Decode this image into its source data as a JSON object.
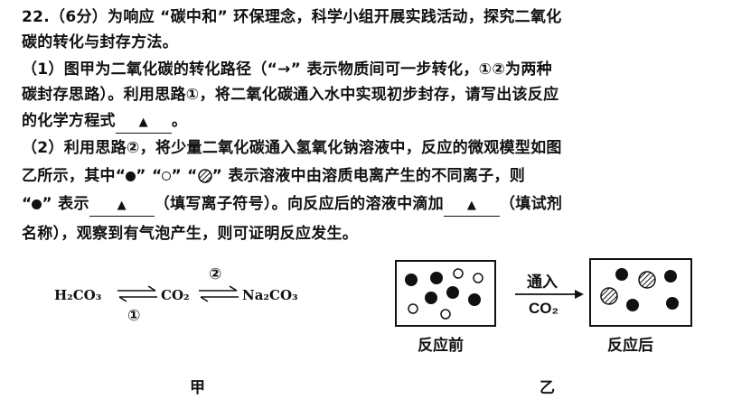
{
  "question": {
    "line1": "22.（6分）为响应 “碳中和” 环保理念，科学小组开展实践活动，探究二氧化",
    "line2": "碳的转化与封存方法。",
    "line3": "（1）图甲为二氧化碳的转化路径（“→” 表示物质间可一步转化，①②为两种",
    "line4_a": "碳封存思路）。利用思路①，将二氧化碳通入水中实现初步封存，请写出该反应",
    "line5_a": "的化学方程式",
    "line5_b": "。",
    "line6": "（2）利用思路②，将少量二氧化碳通入氢氧化钠溶液中，反应的微观模型如图",
    "line7_a": "乙所示，其中“",
    "line7_b": "” “",
    "line7_c": "” “",
    "line7_d": "” 表示溶液中由溶质电离产生的不同离子，则",
    "line8_a": "“",
    "line8_b": "” 表示",
    "line8_c": "（填写离子符号）。向反应后的溶液中滴加",
    "line8_d": "（填试剂",
    "line9": "名称），观察到有气泡产生，则可证明反应发生。",
    "blank_mark": "▲"
  },
  "figure_jia": {
    "left": "H₂CO₃",
    "middle": "CO₂",
    "right": "Na₂CO₃",
    "path1": "①",
    "path2": "②",
    "caption": "甲"
  },
  "figure_yi": {
    "before_label": "反应前",
    "after_label": "反应后",
    "arrow_top": "通入",
    "arrow_bottom": "CO₂",
    "caption": "乙"
  }
}
